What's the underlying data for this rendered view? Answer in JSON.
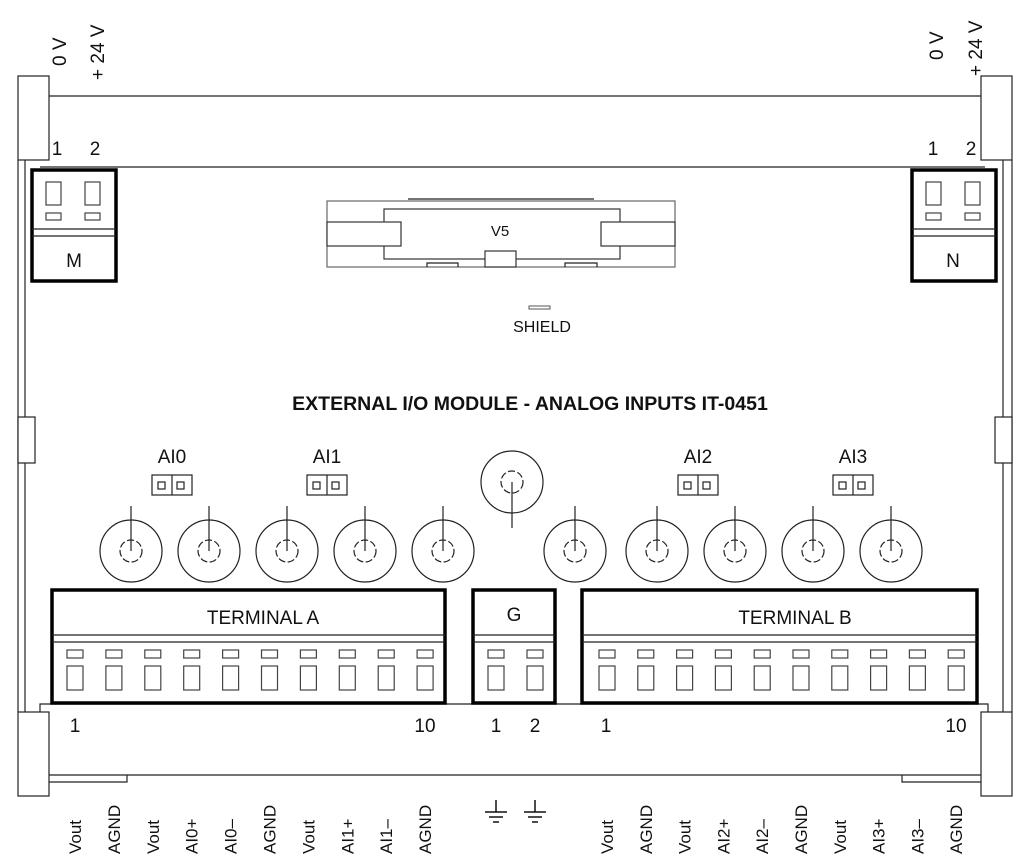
{
  "power": {
    "left": {
      "label_0v": "0 V",
      "label_24v": "+ 24 V",
      "pin1": "1",
      "pin2": "2",
      "connector": "M"
    },
    "right": {
      "label_0v": "0 V",
      "label_24v": "+ 24 V",
      "pin1": "1",
      "pin2": "2",
      "connector": "N"
    }
  },
  "bus_connector": {
    "label": "V5"
  },
  "shield": {
    "label": "SHIELD"
  },
  "title": "EXTERNAL I/O MODULE  -  ANALOG INPUTS IT-0451",
  "jumpers": [
    "AI0",
    "AI1",
    "AI2",
    "AI3"
  ],
  "terminal_a": {
    "title": "TERMINAL  A",
    "first_pin": "1",
    "last_pin": "10",
    "signals": [
      "Vout",
      "AGND",
      "Vout",
      "AI0+",
      "AI0–",
      "AGND",
      "Vout",
      "AI1+",
      "AI1–",
      "AGND"
    ]
  },
  "terminal_g": {
    "title": "G",
    "pins": [
      "1",
      "2"
    ],
    "signals": [
      "ground",
      "ground"
    ]
  },
  "terminal_b": {
    "title": "TERMINAL  B",
    "first_pin": "1",
    "last_pin": "10",
    "signals": [
      "Vout",
      "AGND",
      "Vout",
      "AI2+",
      "AI2–",
      "AGND",
      "Vout",
      "AI3+",
      "AI3–",
      "AGND"
    ]
  }
}
